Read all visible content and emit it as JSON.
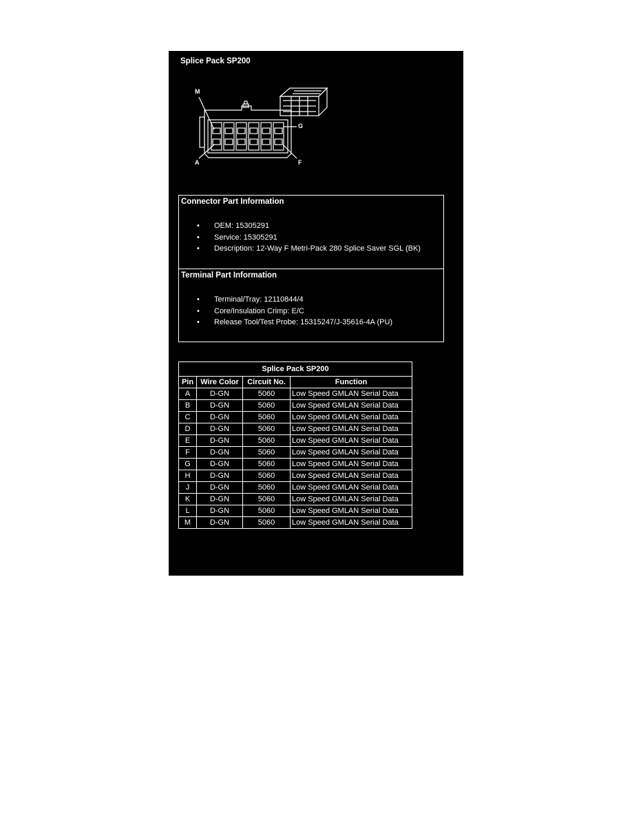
{
  "title": "Splice Pack SP200",
  "diagram": {
    "labels": {
      "top_left": "M",
      "right": "G",
      "bottom_left": "A",
      "bottom_right": "F"
    }
  },
  "connector_info": {
    "heading": "Connector Part Information",
    "items": [
      "OEM: 15305291",
      "Service: 15305291",
      "Description: 12-Way F Metri-Pack 280 Splice Saver SGL (BK)"
    ]
  },
  "terminal_info": {
    "heading": "Terminal Part Information",
    "items": [
      "Terminal/Tray: 12110844/4",
      "Core/Insulation Crimp: E/C",
      "Release Tool/Test Probe: 15315247/J-35616-4A (PU)"
    ]
  },
  "bullet": "•",
  "table": {
    "caption": "Splice Pack SP200",
    "headers": [
      "Pin",
      "Wire Color",
      "Circuit No.",
      "Function"
    ],
    "rows": [
      [
        "A",
        "D-GN",
        "5060",
        "Low Speed GMLAN Serial Data"
      ],
      [
        "B",
        "D-GN",
        "5060",
        "Low Speed GMLAN Serial Data"
      ],
      [
        "C",
        "D-GN",
        "5060",
        "Low Speed GMLAN Serial Data"
      ],
      [
        "D",
        "D-GN",
        "5060",
        "Low Speed GMLAN Serial Data"
      ],
      [
        "E",
        "D-GN",
        "5060",
        "Low Speed GMLAN Serial Data"
      ],
      [
        "F",
        "D-GN",
        "5060",
        "Low Speed GMLAN Serial Data"
      ],
      [
        "G",
        "D-GN",
        "5060",
        "Low Speed GMLAN Serial Data"
      ],
      [
        "H",
        "D-GN",
        "5060",
        "Low Speed GMLAN Serial Data"
      ],
      [
        "J",
        "D-GN",
        "5060",
        "Low Speed GMLAN Serial Data"
      ],
      [
        "K",
        "D-GN",
        "5060",
        "Low Speed GMLAN Serial Data"
      ],
      [
        "L",
        "D-GN",
        "5060",
        "Low Speed GMLAN Serial Data"
      ],
      [
        "M",
        "D-GN",
        "5060",
        "Low Speed GMLAN Serial Data"
      ]
    ]
  }
}
